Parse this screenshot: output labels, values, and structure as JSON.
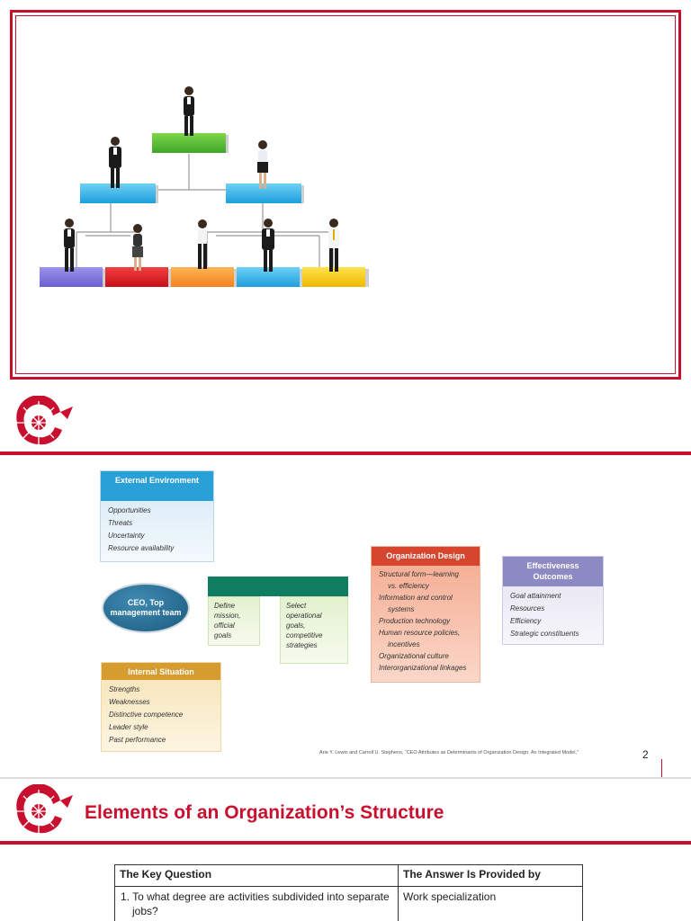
{
  "slide2": {
    "external_environment": {
      "title": "External Environment",
      "items": [
        "Opportunities",
        "Threats",
        "Uncertainty",
        "Resource availability"
      ]
    },
    "internal_situation": {
      "title": "Internal Situation",
      "items": [
        "Strengths",
        "Weaknesses",
        "Distinctive competence",
        "Leader style",
        "Past performance"
      ]
    },
    "ceo": "CEO, Top management team",
    "strategy": {
      "define": "Define mission, official goals",
      "select": "Select operational goals, competitive strategies"
    },
    "organization_design": {
      "title": "Organization Design",
      "items": [
        "Structural form—learning",
        "vs. efficiency",
        "Information and control",
        "systems",
        "Production technology",
        "Human resource policies,",
        "incentives",
        "Organizational culture",
        "Interorganizational linkages"
      ]
    },
    "effectiveness": {
      "title": "Effectiveness Outcomes",
      "items": [
        "Goal attainment",
        "Resources",
        "Efficiency",
        "Strategic constituents"
      ]
    },
    "citation": "Arie Y. Lewin and Carroll U. Stephens, “CEO Attributes as Determinants of Organization Design: An Integrated Model,”",
    "page_number": "2"
  },
  "slide3": {
    "title": "Elements of an Organization’s Structure",
    "table": {
      "headers": [
        "The Key Question",
        "The Answer Is Provided by"
      ],
      "rows": [
        [
          "1. To what degree are activities subdivided into separate jobs?",
          "Work specialization"
        ]
      ]
    }
  },
  "colors": {
    "brand_red": "#c8102e",
    "external_blue": "#2aa0d8",
    "internal_gold": "#d69c30",
    "design_red": "#d6452e",
    "effectiveness_purple": "#8c89c3",
    "strategy_green": "#0f7d5f"
  }
}
